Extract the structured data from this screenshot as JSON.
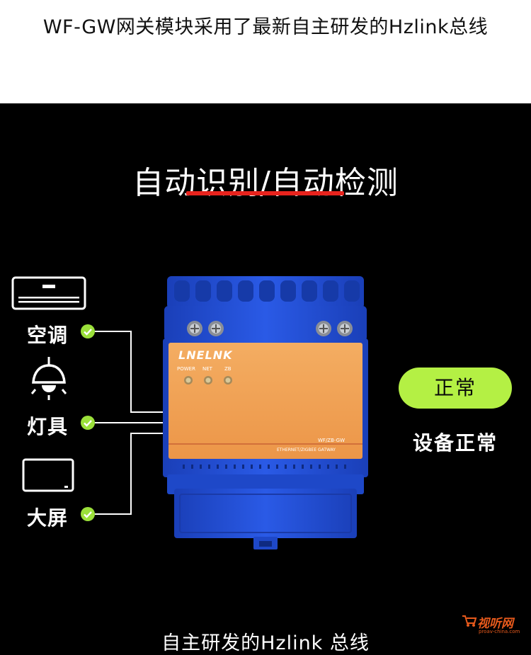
{
  "header": {
    "title": "WF-GW网关模块采用了最新自主研发的Hzlink总线"
  },
  "section": {
    "title": "自动识别/自动检测"
  },
  "devices": [
    {
      "label": "空调",
      "icon": "air-conditioner-icon"
    },
    {
      "label": "灯具",
      "icon": "ceiling-lamp-icon"
    },
    {
      "label": "大屏",
      "icon": "display-screen-icon"
    }
  ],
  "module": {
    "brand": "LNELNK",
    "indicators": [
      "POWER",
      "NET",
      "ZB"
    ],
    "model": "WF/ZB-GW",
    "subtitle": "ETHERNET/ZIGBEE GATWAY"
  },
  "status": {
    "pill_label": "正常",
    "text": "设备正常"
  },
  "footer": {
    "title": "自主研发的Hzlink 总线"
  },
  "watermark": {
    "text": "视听网",
    "url": "proav-china.com"
  },
  "colors": {
    "accent_red": "#e8231d",
    "status_green": "#b4f044",
    "check_green": "#9be03a",
    "device_blue": "#1f4fd6",
    "panel_orange": "#f0a055"
  }
}
